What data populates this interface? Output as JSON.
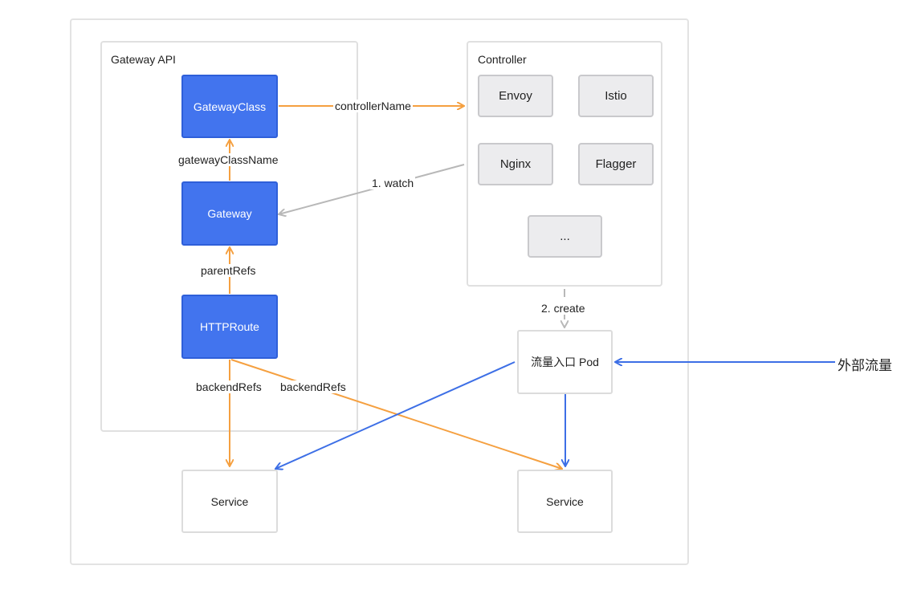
{
  "groups": {
    "gateway_api": "Gateway API",
    "controller": "Controller"
  },
  "nodes": {
    "gateway_class": "GatewayClass",
    "gateway": "Gateway",
    "http_route": "HTTPRoute",
    "service_left": "Service",
    "service_right": "Service",
    "ingress_pod": "流量入口 Pod"
  },
  "controllers": [
    "Envoy",
    "Istio",
    "Nginx",
    "Flagger",
    "..."
  ],
  "edge_labels": {
    "controller_name": "controllerName",
    "gateway_class_name": "gatewayClassName",
    "watch": "1. watch",
    "parent_refs": "parentRefs",
    "create": "2. create",
    "backend_refs_left": "backendRefs",
    "backend_refs_right": "backendRefs",
    "external_traffic": "外部流量"
  },
  "colors": {
    "orange": "#f5a040",
    "gray": "#b8b8b8",
    "blue": "#3d6fe6",
    "node_blue": "#4274ee"
  }
}
